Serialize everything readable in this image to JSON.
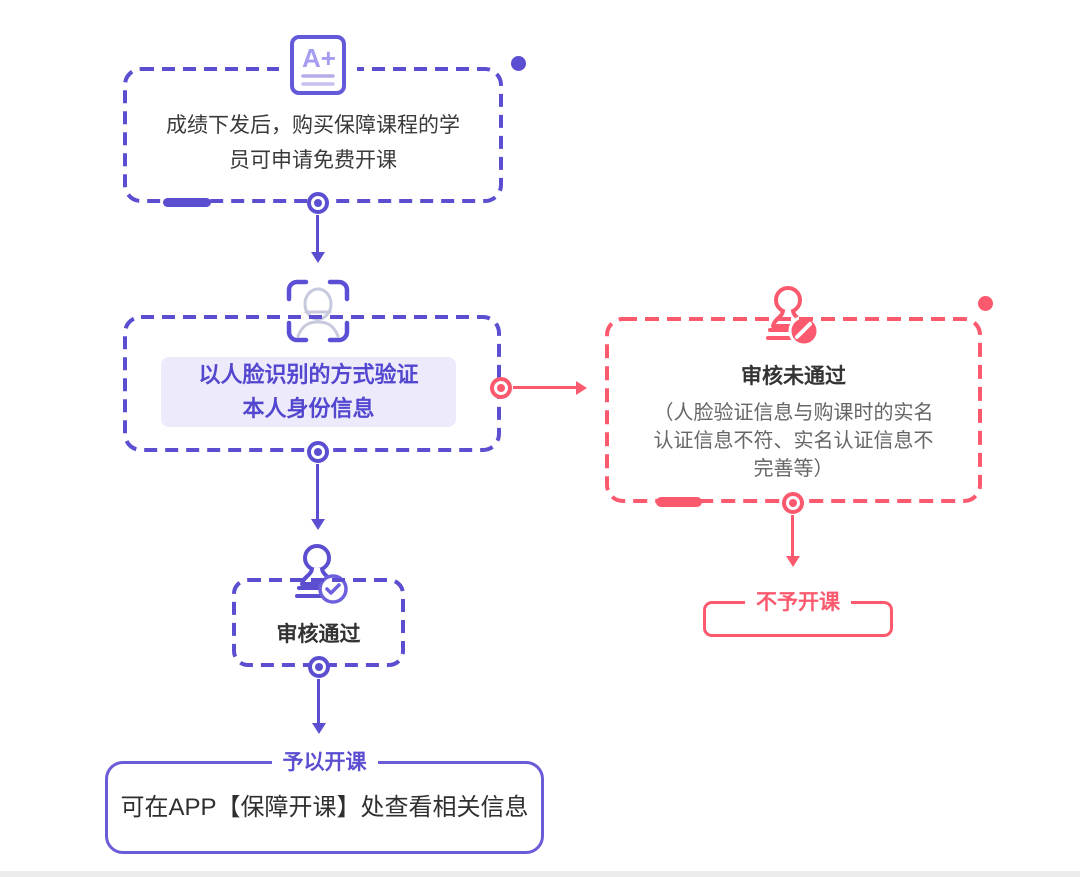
{
  "diagram": {
    "colors": {
      "purple": "#5b4ed0",
      "purple_text": "#5347cf",
      "highlight_bg": "#edeafb",
      "red": "#fb5a6e",
      "dark_text": "#333333",
      "gray_text": "#666666"
    },
    "nodes": {
      "apply": {
        "icon": "grade-sheet-icon",
        "icon_label": "A+",
        "lines": [
          "成绩下发后，购买保障课程的学",
          "员可申请免费开课"
        ]
      },
      "face_verify": {
        "icon": "face-scan-icon",
        "lines": [
          "以人脸识别的方式验证",
          "本人身份信息"
        ]
      },
      "review_rejected": {
        "icon": "stamp-deny-icon",
        "title": "审核未通过",
        "detail_lines": [
          "（人脸验证信息与购课时的实名",
          "认证信息不符、实名认证信息不",
          "完善等）"
        ]
      },
      "review_passed": {
        "icon": "stamp-check-icon",
        "title": "审核通过"
      },
      "course_denied": {
        "title": "不予开课"
      },
      "course_granted": {
        "title": "予以开课",
        "detail": "可在APP【保障开课】处查看相关信息"
      }
    },
    "edges": [
      {
        "from": "apply",
        "to": "face_verify"
      },
      {
        "from": "face_verify",
        "to": "review_rejected"
      },
      {
        "from": "face_verify",
        "to": "review_passed"
      },
      {
        "from": "review_rejected",
        "to": "course_denied"
      },
      {
        "from": "review_passed",
        "to": "course_granted"
      }
    ]
  }
}
